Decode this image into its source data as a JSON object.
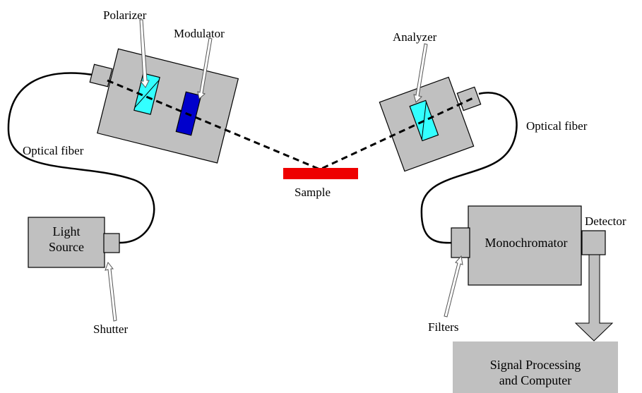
{
  "labels": {
    "polarizer": "Polarizer",
    "modulator": "Modulator",
    "analyzer": "Analyzer",
    "optical_fiber_left": "Optical fiber",
    "optical_fiber_right": "Optical fiber",
    "sample": "Sample",
    "light_source_line1": "Light",
    "light_source_line2": "Source",
    "shutter": "Shutter",
    "monochromator": "Monochromator",
    "detector": "Detector",
    "filters": "Filters",
    "signal_line1": "Signal Processing",
    "signal_line2": "and Computer"
  },
  "colors": {
    "housing": "#c0c0c0",
    "polarizer_crystal": "#33ffff",
    "modulator_crystal": "#0000cc",
    "sample": "#ee0000",
    "beam": "#000000",
    "fiber": "#000000"
  }
}
